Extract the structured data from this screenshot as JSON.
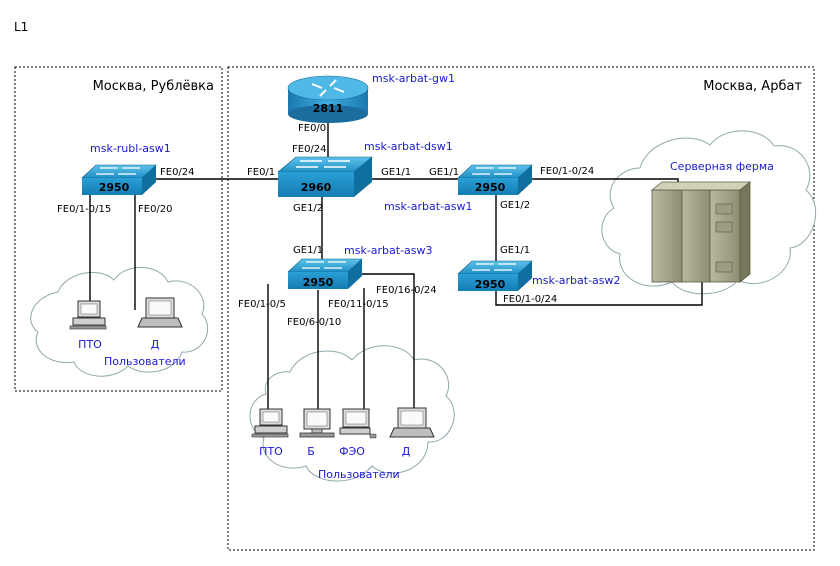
{
  "page_label": "L1",
  "sites": {
    "rublevka": "Москва, Рублёвка",
    "arbat": "Москва, Арбат"
  },
  "devices": {
    "gw": {
      "name": "msk-arbat-gw1",
      "model": "2811"
    },
    "dsw": {
      "name": "msk-arbat-dsw1",
      "model": "2960"
    },
    "asw1": {
      "name": "msk-arbat-asw1",
      "model": "2950"
    },
    "asw2": {
      "name": "msk-arbat-asw2",
      "model": "2950"
    },
    "asw3": {
      "name": "msk-arbat-asw3",
      "model": "2950"
    },
    "rubl": {
      "name": "msk-rubl-asw1",
      "model": "2950"
    }
  },
  "ports": {
    "gw_fe0_0": "FE0/0",
    "dsw_fe0_24": "FE0/24",
    "dsw_fe0_1": "FE0/1",
    "dsw_ge1_1": "GE1/1",
    "dsw_ge1_2": "GE1/2",
    "asw1_ge1_1": "GE1/1",
    "asw1_fe": "FE0/1-0/24",
    "asw1_ge1_2": "GE1/2",
    "asw2_ge1_1": "GE1/1",
    "asw2_fe": "FE0/1-0/24",
    "asw3_ge1_1": "GE1/1",
    "asw3_fe_a": "FE0/1-0/5",
    "asw3_fe_b": "FE0/6-0/10",
    "asw3_fe_c": "FE0/11-0/15",
    "asw3_fe_d": "FE0/16-0/24",
    "rubl_fe0_24": "FE0/24",
    "rubl_fe_a": "FE0/1-0/15",
    "rubl_fe_b": "FE0/20"
  },
  "clouds": {
    "server_farm": "Серверная ферма",
    "users_rubl": "Пользователи",
    "users_arbat": "Пользователи"
  },
  "hosts": {
    "rubl_pto": "ПТО",
    "rubl_d": "Д",
    "arbat_pto": "ПТО",
    "arbat_b": "Б",
    "arbat_feo": "ФЭО",
    "arbat_d": "Д"
  }
}
